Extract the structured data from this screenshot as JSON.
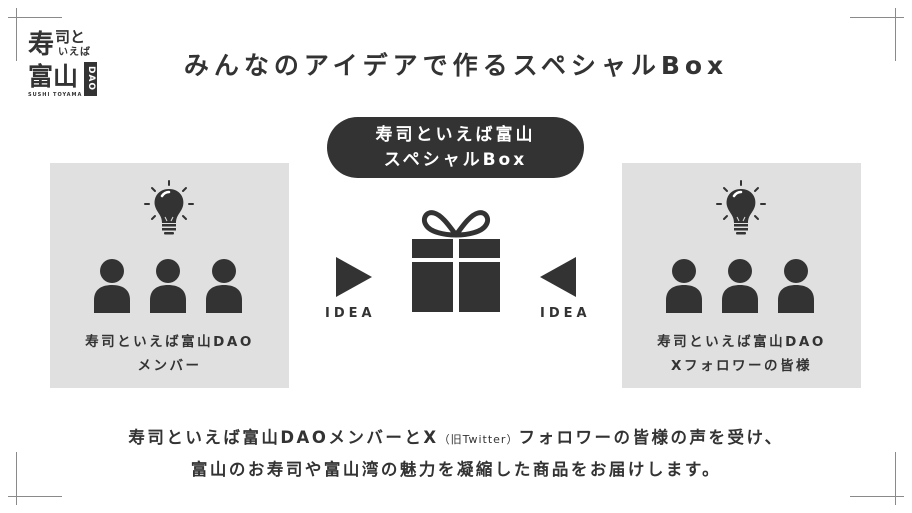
{
  "logo": {
    "line1_big": "寿",
    "line1_small_top": "司と",
    "line1_small_bottom": "いえば",
    "line2_big": "富山",
    "dao": "DAO",
    "subtitle": "SUSHI TOYAMA"
  },
  "title": "みんなのアイデアで作るスペシャルBox",
  "pill": {
    "line1": "寿司といえば富山",
    "line2": "スペシャルBox"
  },
  "left_panel": {
    "icons": [
      "lightbulb-icon",
      "person-icon",
      "person-icon",
      "person-icon"
    ],
    "line1": "寿司といえば富山DAO",
    "line2": "メンバー"
  },
  "right_panel": {
    "icons": [
      "lightbulb-icon",
      "person-icon",
      "person-icon",
      "person-icon"
    ],
    "line1": "寿司といえば富山DAO",
    "line2": "Xフォロワーの皆様"
  },
  "center": {
    "left_arrow_label": "IDEA",
    "right_arrow_label": "IDEA",
    "gift_icon": "gift-icon"
  },
  "footer": {
    "line1_a": "寿司といえば富山DAOメンバーとX",
    "line1_paren": "（旧Twitter）",
    "line1_b": "フォロワーの皆様の声を受け、",
    "line2": "富山のお寿司や富山湾の魅力を凝縮した商品をお届けします。"
  },
  "colors": {
    "text": "#333333",
    "panel_bg": "#e0e0e0",
    "pill_bg": "#333333",
    "corner_lines": "#8a8a8a"
  }
}
